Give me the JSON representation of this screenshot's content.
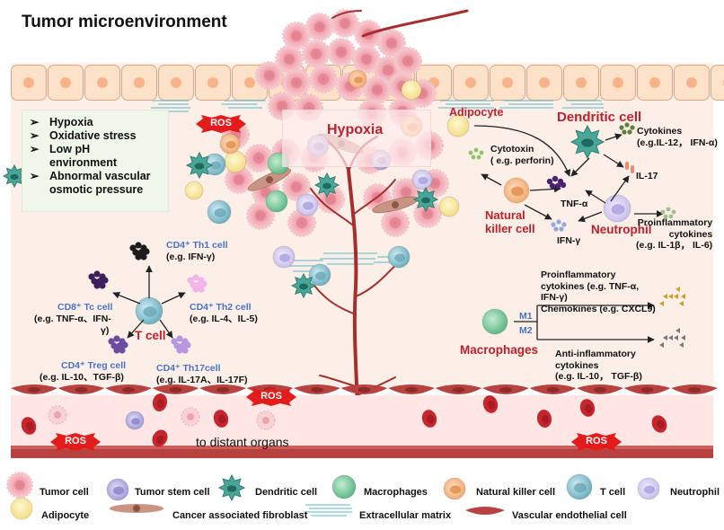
{
  "title": "Tumor microenvironment",
  "conditions": [
    "Hypoxia",
    "Oxidative stress",
    "Low pH environment",
    "Abnormal vascular osmotic pressure"
  ],
  "condition_lines": [
    {
      "bullet": true,
      "text": "Hypoxia"
    },
    {
      "bullet": true,
      "text": "Oxidative stress"
    },
    {
      "bullet": true,
      "text": "Low pH"
    },
    {
      "bullet": false,
      "text": "environment"
    },
    {
      "bullet": true,
      "text": "Abnormal vascular"
    },
    {
      "bullet": false,
      "text": "osmotic pressure"
    }
  ],
  "hypoxia_label": "Hypoxia",
  "ros_label": "ROS",
  "distant_label": "to distant organs",
  "innate": {
    "adipocyte": "Adipocyte",
    "dendritic": "Dendritic cell",
    "cytokines_dc_1": "Cytokines",
    "cytokines_dc_2": "(e.g.IL-12， IFN-α)",
    "cytotoxin_1": "Cytotoxin",
    "cytotoxin_2": "( e.g. perforin)",
    "il17": "IL-17",
    "tnfa": "TNF-α",
    "nk_1": "Natural",
    "nk_2": "killer cell",
    "ifng": "IFN-γ",
    "neutrophil": "Neutrophil",
    "proinf_1": "Proinflammatory",
    "proinf_2": "cytokines",
    "proinf_3": "(e.g. IL-1β， IL-6)"
  },
  "tcell": {
    "center": "T cell",
    "th1_name": "CD4⁺ Th1 cell",
    "th1_eg": "(e.g. IFN-γ)",
    "th2_name": "CD4⁺ Th2 cell",
    "th2_eg": "(e.g. IL-4、IL-5)",
    "tc_name": "CD8⁺ Tc cell",
    "tc_eg1": "(e.g. TNF-α、IFN-",
    "tc_eg2": "γ)",
    "treg_name": "CD4⁺ Treg cell",
    "treg_eg": "(e.g. IL-10、TGF-β)",
    "th17_name": "CD4⁺ Th17cell",
    "th17_eg": "(e.g. IL-17A、IL-17F)"
  },
  "macrophage": {
    "name": "Macrophages",
    "m1": "M1",
    "m2": "M2",
    "m1_1": "Proinflammatory",
    "m1_2": "cytokines (e.g. TNF-α,",
    "m1_3": "IFN-γ)",
    "m1_4": "Chemokines (e.g. CXCL9)",
    "m2_1": "Anti-inflammatory",
    "m2_2": "cytokines",
    "m2_3": "(e.g. IL-10， TGF-β)"
  },
  "legend": [
    {
      "icon": "tumor-cell",
      "label": "Tumor cell"
    },
    {
      "icon": "tumor-stem-cell",
      "label": "Tumor stem cell"
    },
    {
      "icon": "dendritic-cell",
      "label": "Dendritic cell"
    },
    {
      "icon": "macrophage",
      "label": "Macrophages"
    },
    {
      "icon": "natural-killer-cell",
      "label": "Natural killer cell"
    },
    {
      "icon": "t-cell",
      "label": "T cell"
    },
    {
      "icon": "neutrophil",
      "label": "Neutrophil"
    },
    {
      "icon": "adipocyte",
      "label": "Adipocyte"
    },
    {
      "icon": "fibroblast",
      "label": "Cancer associated fibroblast"
    },
    {
      "icon": "extracellular-matrix",
      "label": "Extracellular matrix"
    },
    {
      "icon": "endothelial-cell",
      "label": "Vascular endothelial cell"
    }
  ],
  "colors": {
    "accent_red": "#c0202b",
    "label_blue": "#4a72c4",
    "tissue_bg": "#fcefe8",
    "vessel": "#b84240",
    "tumor_cell": "#f4b6bd",
    "t_cell": "#7fbccb",
    "macrophage": "#7dcb9c",
    "dendritic": "#3f9c8c",
    "nk_cell": "#f3b27c",
    "neutrophil": "#cfc4ec",
    "adipocyte": "#fbeaa6"
  }
}
